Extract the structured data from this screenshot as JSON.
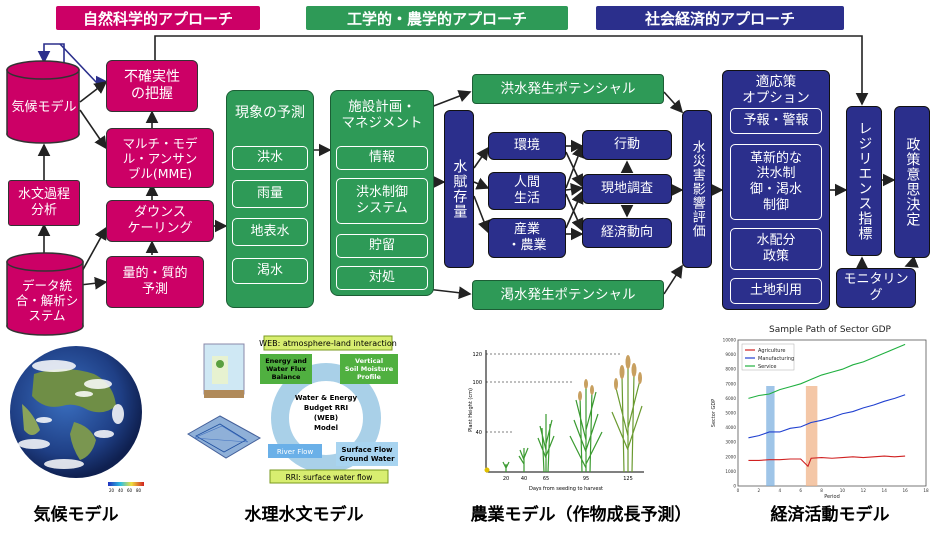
{
  "headers": {
    "natural": "自然科学的アプローチ",
    "engineering": "工学的・農学的アプローチ",
    "socioeconomic": "社会経済的アプローチ"
  },
  "colors": {
    "magenta": "#cc0066",
    "green": "#2e9a57",
    "navy": "#2b2f8c"
  },
  "left": {
    "climate_model": "気候モデル",
    "hydro_analysis": "水文過程\n分析",
    "data_system": "データ統\n合・解析シ\nステム",
    "uncertainty": "不確実性\nの把握",
    "mme": "マルチ・モデ\nル・アンサン\nブル(MME)",
    "downscaling": "ダウンス\nケーリング",
    "quant_qual": "量的・質的\n予測"
  },
  "phenomena": {
    "title": "現象の予測",
    "items": [
      "洪水",
      "雨量",
      "地表水",
      "渇水"
    ]
  },
  "facility": {
    "title": "施設計画・\nマネジメント",
    "items": [
      "情報",
      "洪水制御\nシステム",
      "貯留",
      "対処"
    ]
  },
  "middle": {
    "water_resources": "水賦存量",
    "flood_potential": "洪水発生ポテンシャル",
    "drought_potential": "渇水発生ポテンシャル",
    "environment": "環境",
    "human_life": "人間\n生活",
    "industry": "産業\n・農業",
    "action": "行動",
    "field_survey": "現地調査",
    "economic_trend": "経済動向",
    "impact_assessment": "水災害影響評価"
  },
  "adaptation": {
    "title": "適応策\nオプション",
    "items": [
      "予報・警報",
      "革新的な\n洪水制\n御・渇水\n制御",
      "水配分\n政策",
      "土地利用"
    ]
  },
  "right": {
    "resilience": "レジリエンス指標",
    "policy": "政策意思決定",
    "monitoring": "モニタリン\nグ"
  },
  "bottom": {
    "climate_caption": "気候モデル",
    "hydro_caption": "水理水文モデル",
    "agri_caption": "農業モデル（作物成長予測）",
    "econ_caption": "経済活動モデル",
    "web": {
      "header": "WEB: atmosphere-land interaction",
      "energy": "Energy and\nWater Flux\nBalance",
      "vertical": "Vertical\nSoil Moisture\nProfile",
      "center": "Water & Energy\nBudget RRI\n(WEB)\nModel",
      "river": "River Flow",
      "surface": "Surface Flow\nGround Water",
      "rri": "RRI: surface water flow"
    },
    "colorbar_ticks": [
      "20",
      "40",
      "60",
      "80"
    ],
    "agri_chart": {
      "xlabel": "Days from seeding to harvest",
      "ylabel": "Plant Height (cm)",
      "y_ticks": [
        "120",
        "100",
        "40"
      ],
      "x_ticks": [
        "20",
        "40",
        "65",
        "95",
        "125"
      ]
    }
  },
  "chart_data": {
    "type": "line",
    "title": "Sample Path of Sector GDP",
    "xlabel": "Period",
    "ylabel": "Sector GDP",
    "xlim": [
      0,
      18
    ],
    "ylim": [
      0,
      10000
    ],
    "x_ticks": [
      "0",
      "2",
      "4",
      "6",
      "8",
      "10",
      "12",
      "14",
      "16",
      "18"
    ],
    "y_ticks": [
      "0",
      "1000",
      "2000",
      "3000",
      "4000",
      "5000",
      "6000",
      "7000",
      "8000",
      "9000",
      "10000"
    ],
    "legend_position": "top-left",
    "highlight_bands": [
      [
        2.7,
        3.5
      ],
      [
        6.5,
        7.6
      ]
    ],
    "series": [
      {
        "name": "Agriculture",
        "color": "#d02020",
        "x": [
          1,
          2,
          3,
          4,
          5,
          6,
          6.7,
          7,
          8,
          9,
          10,
          11,
          12,
          13,
          14,
          15,
          16
        ],
        "values": [
          1750,
          1750,
          1800,
          1800,
          1850,
          1850,
          1350,
          1900,
          1950,
          1900,
          1950,
          2000,
          1950,
          2000,
          2050,
          2000,
          2050
        ]
      },
      {
        "name": "Manufacturing",
        "color": "#2040d0",
        "x": [
          1,
          2,
          3,
          4,
          5,
          6,
          7,
          8,
          9,
          10,
          11,
          12,
          13,
          14,
          15,
          16
        ],
        "values": [
          3300,
          3450,
          3700,
          3700,
          3950,
          4050,
          4350,
          4500,
          4700,
          4950,
          5100,
          5350,
          5550,
          5800,
          6000,
          6250
        ]
      },
      {
        "name": "Service",
        "color": "#20b040",
        "x": [
          1,
          2,
          3,
          4,
          5,
          6,
          7,
          8,
          9,
          10,
          11,
          12,
          13,
          14,
          15,
          16
        ],
        "values": [
          6000,
          6200,
          6300,
          6600,
          6800,
          7000,
          7300,
          7600,
          7800,
          8000,
          8300,
          8500,
          8800,
          9100,
          9400,
          9700
        ]
      }
    ]
  }
}
